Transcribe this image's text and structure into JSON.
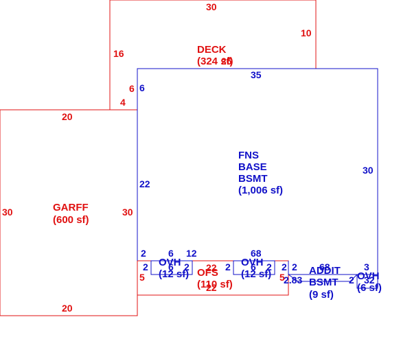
{
  "colors": {
    "exterior": "#e01010",
    "interior": "#1010c8",
    "background": "#ffffff"
  },
  "deck": {
    "name": "DECK",
    "area": "(324 sf)",
    "overlap_dim": "26",
    "dim_top": "30",
    "dim_left": "16",
    "dim_right": "10",
    "dim_step_a": "6",
    "dim_step_b": "4"
  },
  "garff": {
    "name": "GARFF",
    "area": "(600 sf)",
    "dim_top": "20",
    "dim_bottom": "20",
    "dim_left": "30",
    "dim_right": "30"
  },
  "base": {
    "name_lines": [
      "FNS",
      "BASE",
      "BSMT"
    ],
    "area": "(1,006 sf)",
    "dim_top": "35",
    "dim_right": "30",
    "dim_left_upper": "6",
    "dim_left_lower": "22",
    "dim_bottom_68": "68",
    "dim_12": "12",
    "dim_6": "6",
    "dim_2": "2"
  },
  "ovh1": {
    "name": "OVH",
    "area": "(12 sf)",
    "dims": [
      "2",
      "6",
      "2"
    ]
  },
  "ovh2": {
    "name": "OVH",
    "area": "(12 sf)",
    "dims": [
      "2",
      "6",
      "2"
    ]
  },
  "ofs": {
    "name": "OFS",
    "area": "(110 sf)",
    "dim_top": "22",
    "dim_bottom": "22",
    "dim_left": "5",
    "dim_right": "5"
  },
  "addit": {
    "name": "ADDIT",
    "sub": "BSMT",
    "area": "(9 sf)",
    "dims": [
      "2",
      "68",
      "2.83",
      "2"
    ]
  },
  "ovh3": {
    "name": "OVH",
    "area": "(6 sf)",
    "dims": [
      "3",
      "2",
      "32"
    ]
  }
}
